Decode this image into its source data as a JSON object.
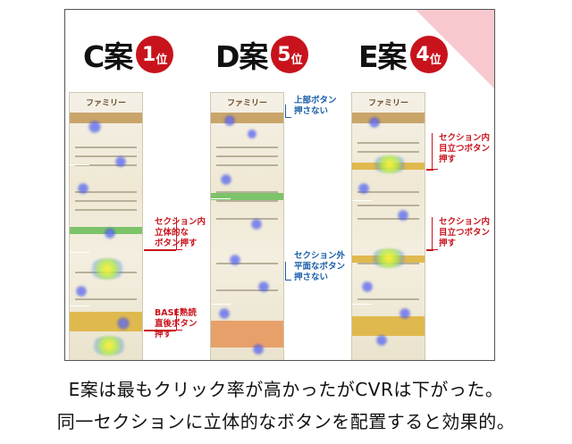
{
  "variants": [
    {
      "letter": "C案",
      "rank": "1",
      "rank_suffix": "位",
      "site_title": "ファミリー"
    },
    {
      "letter": "D案",
      "rank": "5",
      "rank_suffix": "位",
      "site_title": "ファミリー"
    },
    {
      "letter": "E案",
      "rank": "4",
      "rank_suffix": "位",
      "site_title": "ファミリー"
    }
  ],
  "annotations": {
    "c_mid": [
      "セクション内",
      "立体的な",
      "ボタン押す"
    ],
    "c_low": [
      "BASE熟読",
      "直後ボタン",
      "押す"
    ],
    "d_top": [
      "上部ボタン",
      "押さない"
    ],
    "d_mid": [
      "セクション外",
      "平面なボタン",
      "押さない"
    ],
    "e_top": [
      "セクション内",
      "目立つボタン",
      "押す"
    ],
    "e_mid": [
      "セクション内",
      "目立つボタン",
      "押す"
    ]
  },
  "captions": [
    "E案は最もクリック率が高かったがCVRは下がった。",
    "同一セクションに立体的なボタンを配置すると効果的。"
  ],
  "colors": {
    "rank_badge": "#c8131c",
    "note_red": "#c8131c",
    "note_blue": "#1a5fa8"
  }
}
